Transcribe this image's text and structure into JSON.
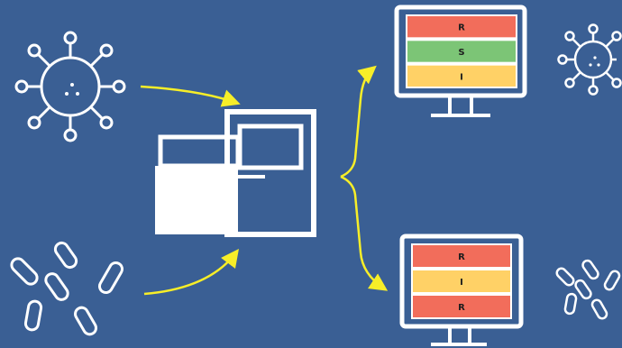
{
  "colors": {
    "background": "#3a5f94",
    "line": "#ffffff",
    "arrow": "#f7ee28",
    "resistant": "#f26d5b",
    "susceptible": "#7cc576",
    "intermediate": "#ffd166"
  },
  "icons": {
    "virus": "virus-icon",
    "bacteria": "bacteria-icon",
    "analyzer": "lab-analyzer-icon",
    "monitor": "monitor-icon"
  },
  "monitor_top": {
    "rows": [
      {
        "label": "R",
        "color": "#f26d5b"
      },
      {
        "label": "S",
        "color": "#7cc576"
      },
      {
        "label": "I",
        "color": "#ffd166"
      }
    ]
  },
  "monitor_bottom": {
    "rows": [
      {
        "label": "R",
        "color": "#f26d5b"
      },
      {
        "label": "I",
        "color": "#ffd166"
      },
      {
        "label": "R",
        "color": "#f26d5b"
      }
    ]
  }
}
